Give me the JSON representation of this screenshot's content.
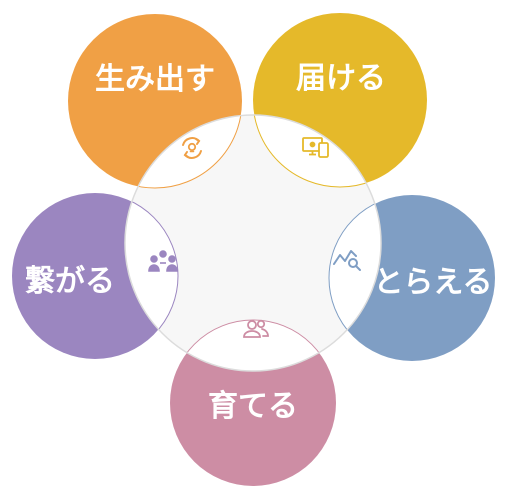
{
  "diagram": {
    "center_fill": "#f7f7f7",
    "petals": [
      {
        "label": "生み出す",
        "color": "#f0a045",
        "icon": "refresh-lightbulb-icon"
      },
      {
        "label": "届ける",
        "color": "#e5b92a",
        "icon": "devices-icon"
      },
      {
        "label": "とらえる",
        "color": "#7f9ec4",
        "icon": "trend-search-icon"
      },
      {
        "label": "育てる",
        "color": "#cd8da4",
        "icon": "users-icon"
      },
      {
        "label": "繋がる",
        "color": "#9b86c0",
        "icon": "group-connect-icon"
      }
    ]
  }
}
